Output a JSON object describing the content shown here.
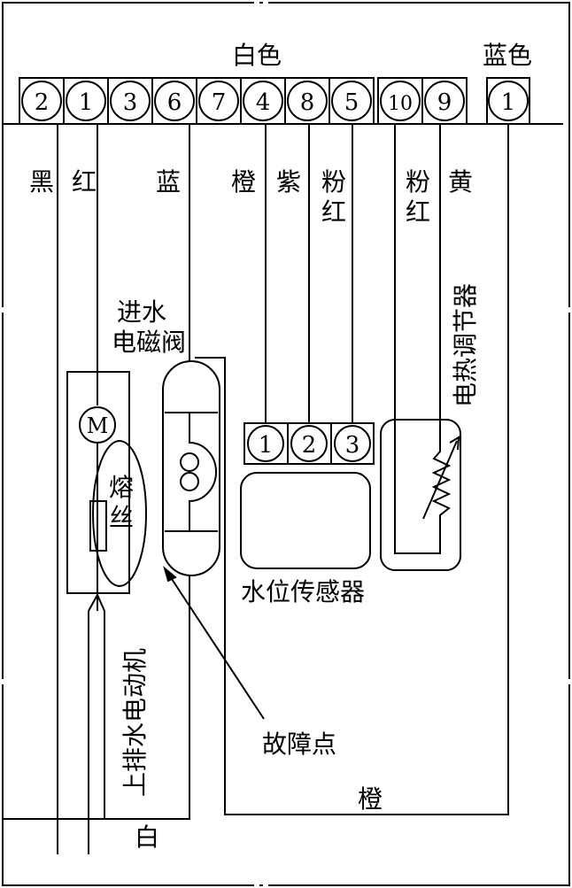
{
  "connector_white": {
    "title": "白色",
    "pins": [
      "2",
      "1",
      "3",
      "6",
      "7",
      "4",
      "8",
      "5",
      "10",
      "9"
    ]
  },
  "connector_blue": {
    "title": "蓝色",
    "pins": [
      "1"
    ]
  },
  "wire_labels": {
    "black": "黑",
    "red": "红",
    "blue": "蓝",
    "orange": "橙",
    "purple": "紫",
    "pink_red_1": "粉\n红",
    "pink_red_2": "粉\n红",
    "yellow": "黄",
    "orange_bottom": "橙",
    "white_bottom": "白"
  },
  "components": {
    "inlet_valve": "进水\n电磁阀",
    "motor_symbol": "M",
    "fuse": "熔\n丝",
    "drain_motor": "上排水电动机",
    "level_sensor": "水位传感器",
    "level_sensor_pins": [
      "1",
      "2",
      "3"
    ],
    "heat_regulator": "电热调节器",
    "fault_point": "故障点"
  }
}
